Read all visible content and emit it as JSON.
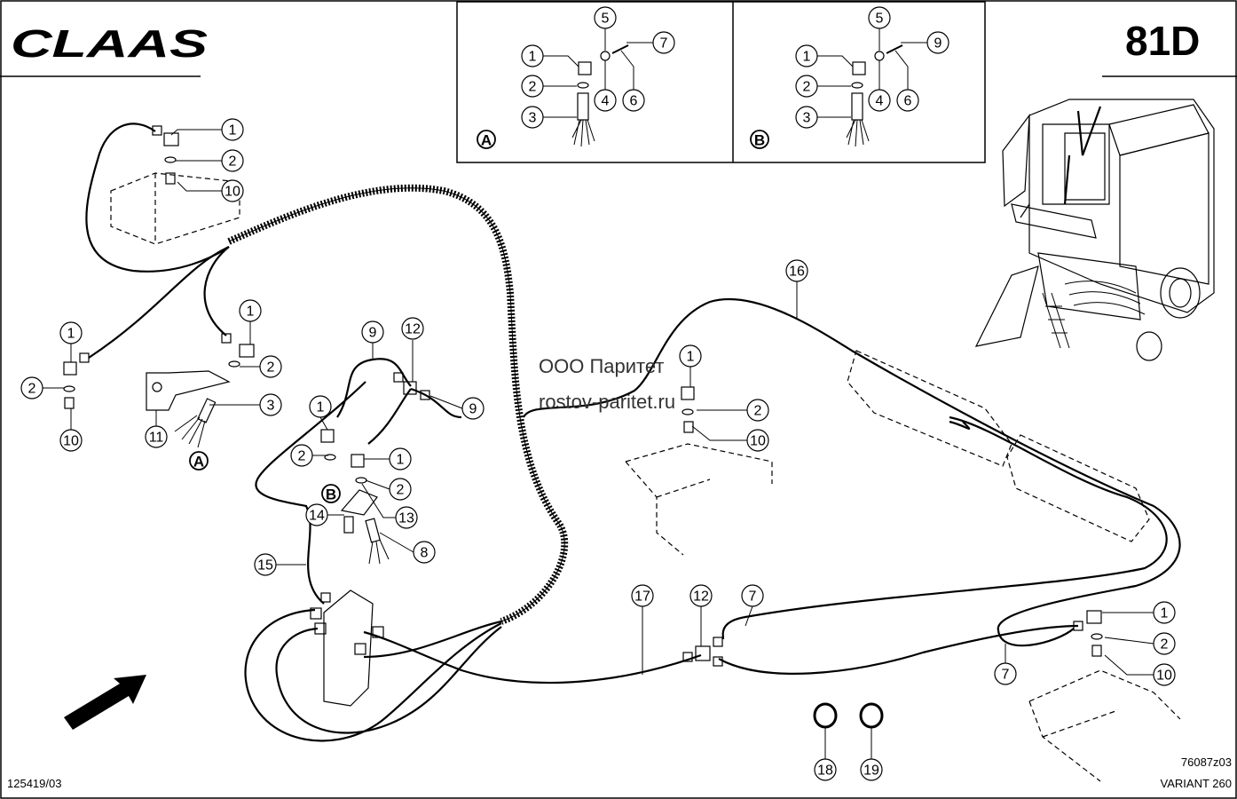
{
  "header": {
    "brand": "CLAAS",
    "page_code": "81D"
  },
  "footer": {
    "left_code": "125419/03",
    "right_code": "76087z03",
    "model": "VARIANT 260"
  },
  "watermark": {
    "line1": "ООО Паритет",
    "line2": "rostov-paritet.ru"
  },
  "insets": [
    {
      "letter": "A",
      "callouts": [
        "5",
        "1",
        "7",
        "2",
        "4",
        "6",
        "3"
      ]
    },
    {
      "letter": "B",
      "callouts": [
        "5",
        "1",
        "9",
        "2",
        "4",
        "6",
        "3"
      ]
    }
  ],
  "main_callouts": [
    "1",
    "2",
    "10",
    "1",
    "2",
    "10",
    "1",
    "2",
    "3",
    "11",
    "A",
    "9",
    "12",
    "9",
    "1",
    "2",
    "1",
    "2",
    "B",
    "13",
    "14",
    "8",
    "15",
    "16",
    "1",
    "2",
    "10",
    "17",
    "12",
    "7",
    "1",
    "2",
    "7",
    "10",
    "18",
    "19"
  ]
}
